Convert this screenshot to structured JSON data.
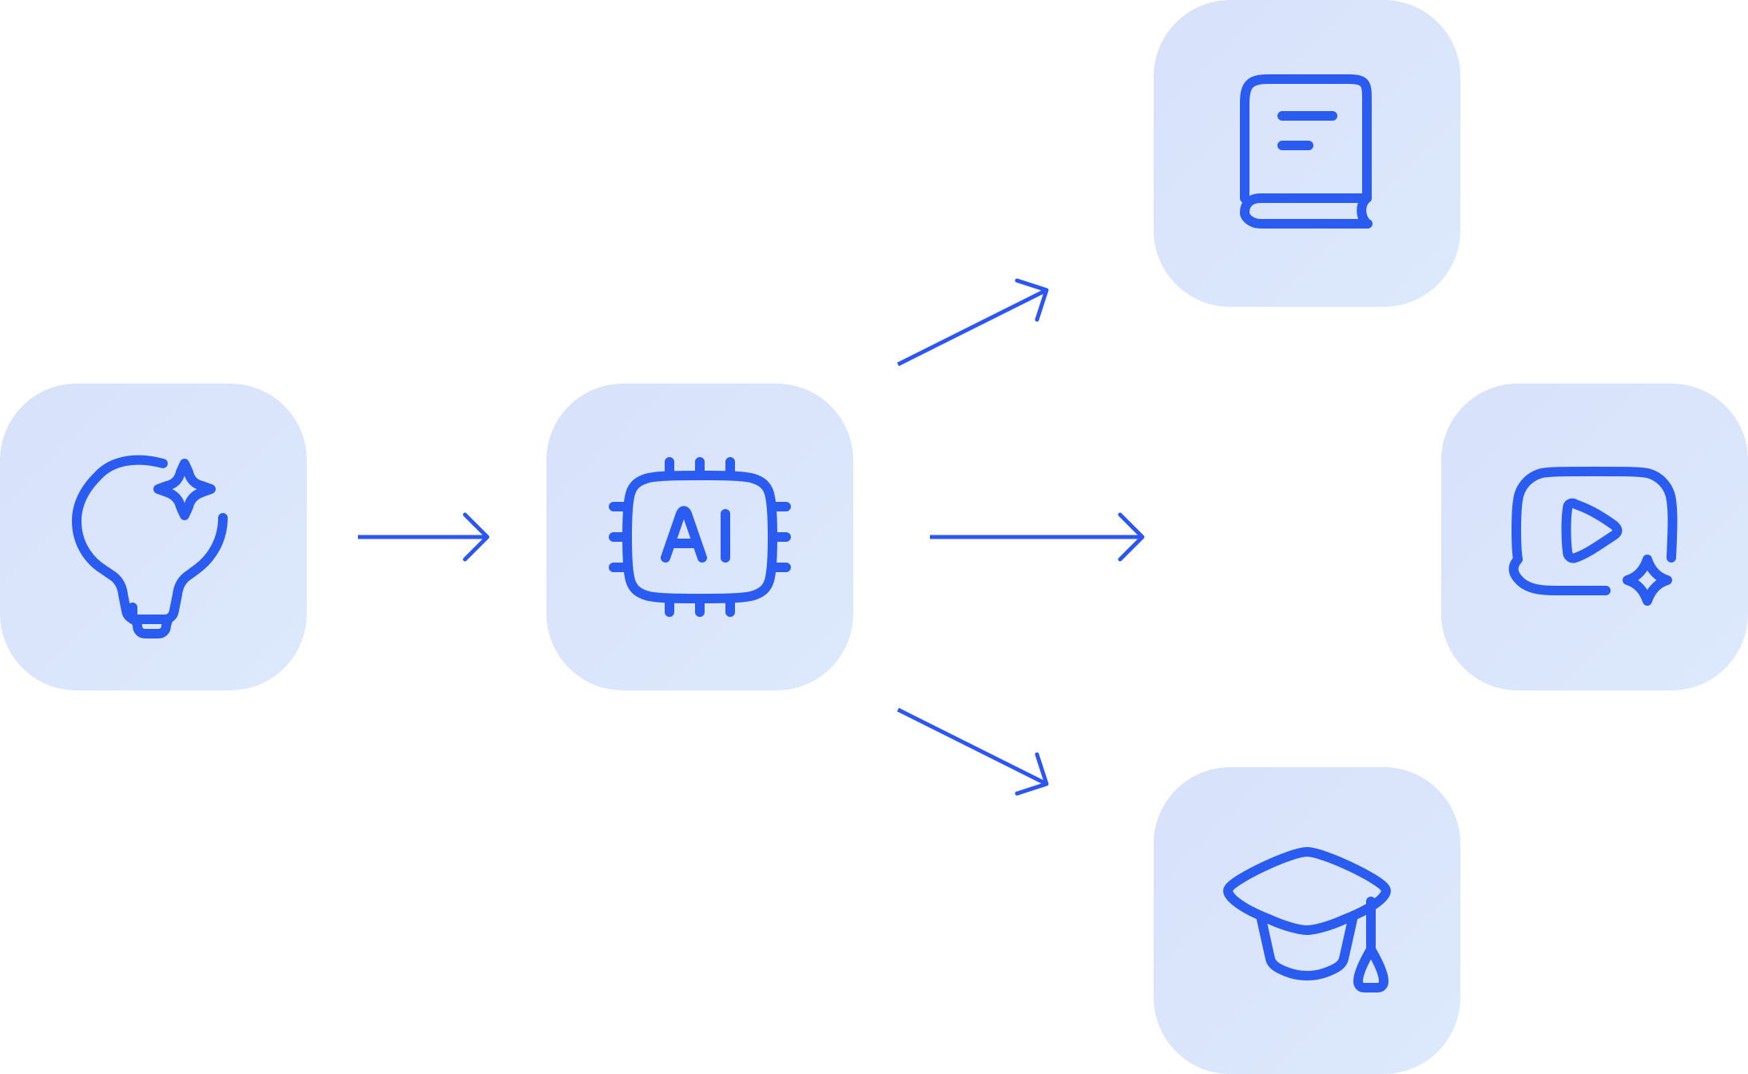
{
  "colors": {
    "stroke": "#2B55F5",
    "icon_stroke": "#2A5CF2",
    "tile_top_left": "#D9E2FB",
    "tile_bottom_right": "#DBE8FB",
    "background": "#FFFFFF"
  },
  "nodes": [
    {
      "id": "idea",
      "icon": "lightbulb-sparkle-icon"
    },
    {
      "id": "ai",
      "icon": "ai-chip-icon",
      "label": "AI"
    },
    {
      "id": "book",
      "icon": "book-icon"
    },
    {
      "id": "video",
      "icon": "video-sparkle-icon"
    },
    {
      "id": "education",
      "icon": "graduation-cap-icon"
    }
  ],
  "edges": [
    {
      "from": "idea",
      "to": "ai"
    },
    {
      "from": "ai",
      "to": "book"
    },
    {
      "from": "ai",
      "to": "video"
    },
    {
      "from": "ai",
      "to": "education"
    }
  ]
}
